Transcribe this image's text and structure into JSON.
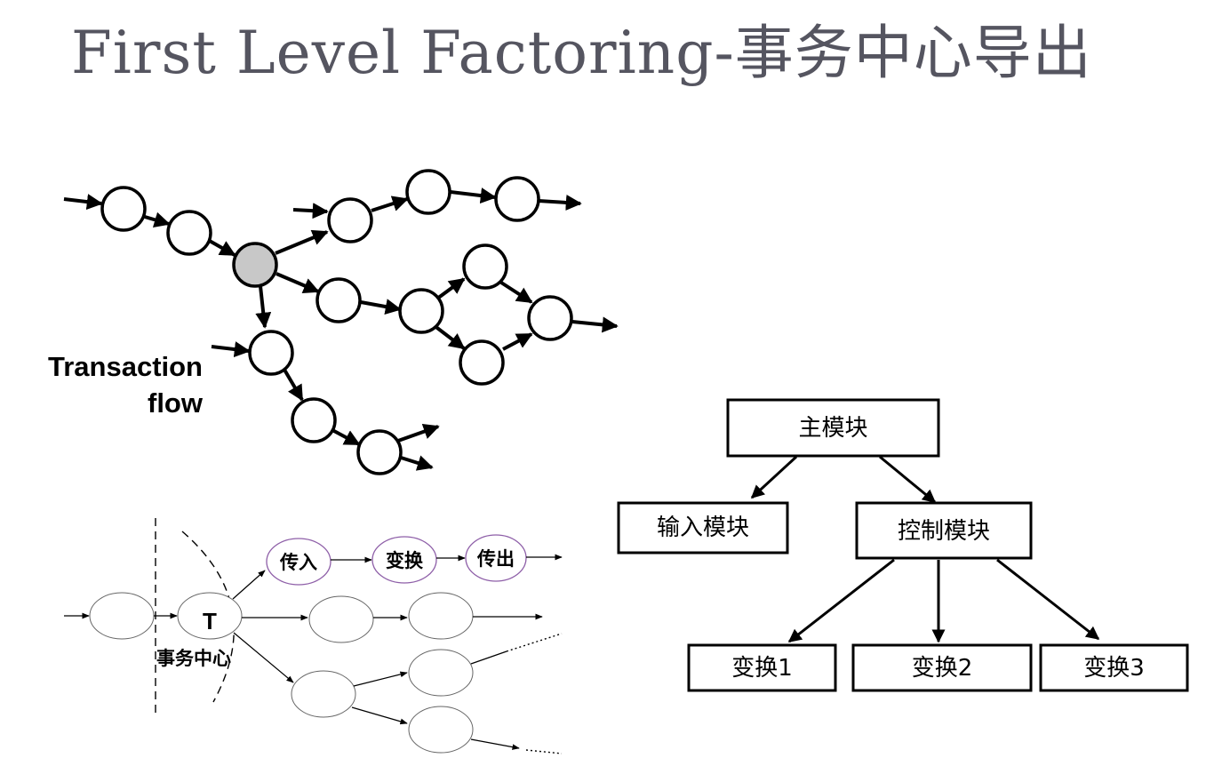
{
  "title": "First Level Factoring-事务中心导出",
  "transaction_flow": {
    "label_line1": "Transaction",
    "label_line2": "flow"
  },
  "transaction_center": {
    "hub_label": "T",
    "hub_caption": "事务中心",
    "branch_nodes": [
      "传入",
      "变换",
      "传出"
    ]
  },
  "module_tree": {
    "root": "主模块",
    "level1": [
      "输入模块",
      "控制模块"
    ],
    "level2": [
      "变换1",
      "变换2",
      "变换3"
    ]
  }
}
